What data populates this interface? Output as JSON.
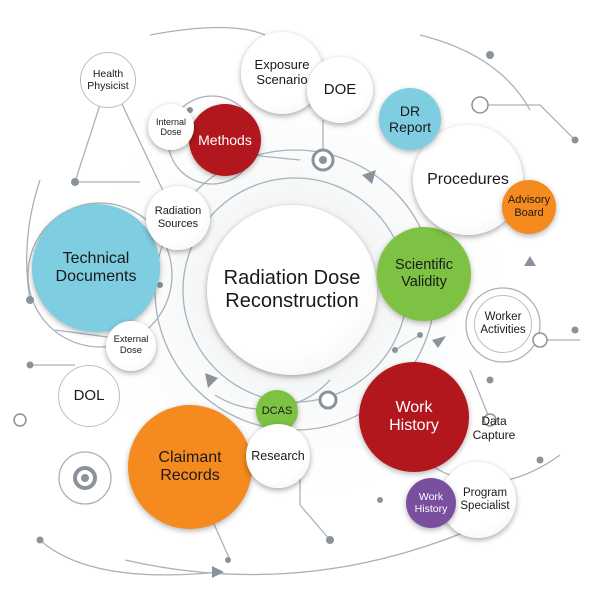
{
  "diagram": {
    "center": {
      "label": "Radiation Dose Reconstruction"
    },
    "nodes": {
      "technical_documents": {
        "label": "Technical Documents",
        "color": "#7ecde0"
      },
      "claimant_records": {
        "label": "Claimant Records",
        "color": "#f58a1f"
      },
      "work_history_main": {
        "label": "Work History",
        "color": "#b3171e"
      },
      "scientific_validity": {
        "label": "Scientific Validity",
        "color": "#7dc242"
      },
      "methods": {
        "label": "Methods",
        "color": "#b3171e"
      },
      "dr_report": {
        "label": "DR Report",
        "color": "#7ecde0"
      },
      "advisory_board": {
        "label": "Advisory Board",
        "color": "#f58a1f"
      },
      "dcas": {
        "label": "DCAS",
        "color": "#7dc242"
      },
      "work_history_small": {
        "label": "Work History",
        "color": "#7a4fa0"
      },
      "procedures": {
        "label": "Procedures"
      },
      "exposure_scenario": {
        "label": "Exposure Scenario"
      },
      "doe": {
        "label": "DOE"
      },
      "research": {
        "label": "Research"
      },
      "program_specialist": {
        "label": "Program Specialist"
      },
      "health_physicist": {
        "label": "Health Physicist"
      },
      "internal_dose": {
        "label": "Internal Dose"
      },
      "radiation_sources": {
        "label": "Radiation Sources"
      },
      "external_dose": {
        "label": "External Dose"
      },
      "dol": {
        "label": "DOL"
      },
      "worker_activities": {
        "label": "Worker Activities"
      },
      "data_capture": {
        "label": "Data Capture"
      }
    },
    "line_color": "#a9b2ba",
    "dot_color": "#8a939b"
  }
}
